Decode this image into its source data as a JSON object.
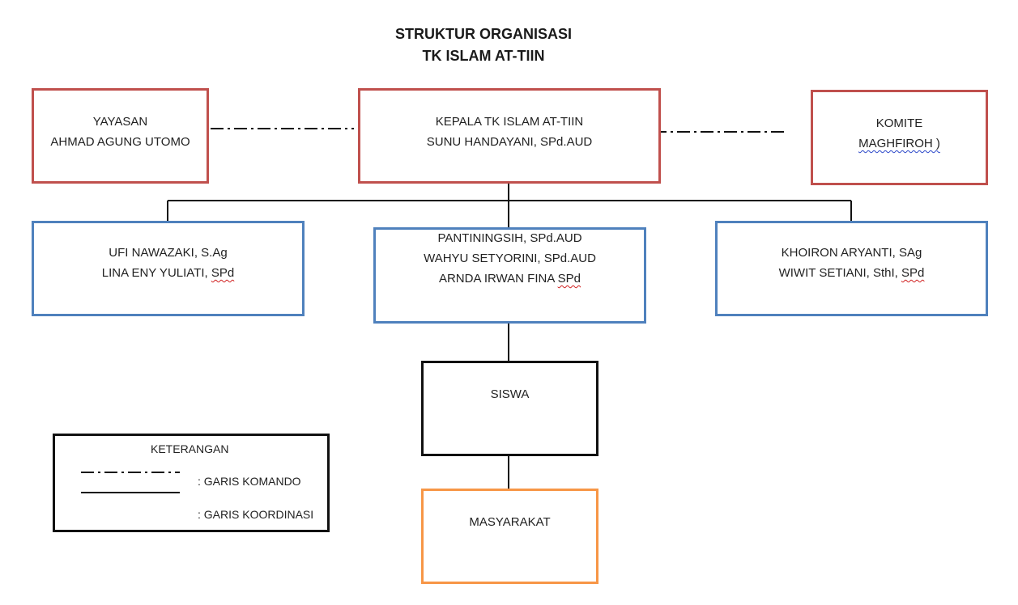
{
  "title": {
    "line1": "STRUKTUR ORGANISASI",
    "line2": "TK ISLAM AT-TIIN"
  },
  "yayasan": {
    "line1": "YAYASAN",
    "line2": "AHMAD AGUNG UTOMO"
  },
  "kepala": {
    "line1": "KEPALA TK ISLAM AT-TIIN",
    "line2": "SUNU HANDAYANI, SPd.AUD"
  },
  "komite": {
    "line1": "KOMITE",
    "line2": "MAGHFIROH )"
  },
  "guru_kiri": {
    "line1": "UFI NAWAZAKI, S.Ag",
    "line2_main": "LINA ENY YULIATI, ",
    "line2_tail": "SPd"
  },
  "guru_tengah": {
    "line1": "PANTININGSIH, SPd.AUD",
    "line2": "WAHYU SETYORINI, SPd.AUD",
    "line3_main": "ARNDA IRWAN FINA ",
    "line3_tail": "SPd"
  },
  "guru_kanan": {
    "line1": "KHOIRON ARYANTI, SAg",
    "line2_main": "WIWIT SETIANI, SthI, ",
    "line2_tail": "SPd"
  },
  "siswa": {
    "label": "SISWA"
  },
  "masyarakat": {
    "label": "MASYARAKAT"
  },
  "legend": {
    "heading": "KETERANGAN",
    "komando": ":    GARIS KOMANDO",
    "koordinasi": ": GARIS KOORDINASI"
  },
  "colors": {
    "top_boxes": "#c0504d",
    "teacher_boxes": "#4f81bd",
    "siswa_box": "#111111",
    "masyarakat_box": "#f79646"
  }
}
